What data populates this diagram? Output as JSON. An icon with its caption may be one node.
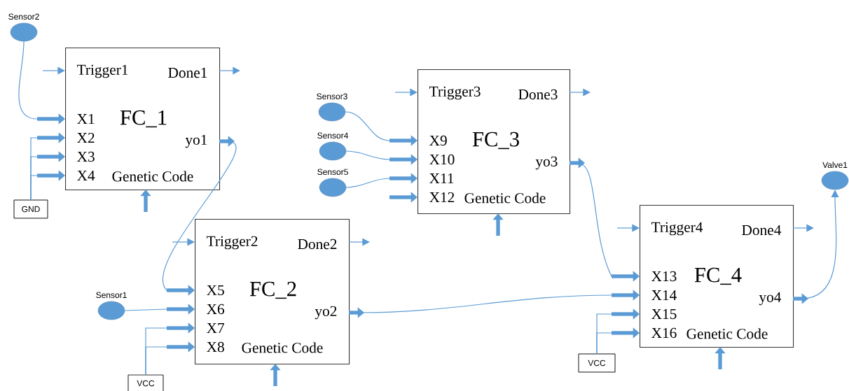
{
  "diagram": {
    "nodes": [
      {
        "text": [
          "Trigger1",
          "Done1",
          "X1",
          "X2",
          "X3",
          "X4",
          "FC_1",
          "yo1",
          "Genetic Code"
        ]
      },
      {
        "text": [
          "Trigger2",
          "Done2",
          "X5",
          "X6",
          "X7",
          "X8",
          "FC_2",
          "yo2",
          "Genetic Code"
        ]
      },
      {
        "text": [
          "Trigger3",
          "Done3",
          "X9",
          "X10",
          "X11",
          "X12",
          "FC_3",
          "yo3",
          "Genetic Code"
        ]
      },
      {
        "text": [
          "Trigger4",
          "Done4",
          "X13",
          "X14",
          "X15",
          "X16",
          "FC_4",
          "yo4",
          "Genetic Code"
        ]
      },
      {
        "text": [
          "Sensor2"
        ]
      },
      {
        "text": [
          "GND"
        ]
      },
      {
        "text": [
          "Sensor1"
        ]
      },
      {
        "text": [
          "VCC"
        ]
      },
      {
        "text": [
          "Sensor3"
        ]
      },
      {
        "text": [
          "Sensor4"
        ]
      },
      {
        "text": [
          "Sensor5"
        ]
      },
      {
        "text": [
          "VCC"
        ]
      },
      {
        "text": [
          "Valve1"
        ]
      }
    ],
    "edges": [
      {
        "from": 4,
        "to": 0,
        "arrow": "to"
      },
      {
        "from": 5,
        "to": 0,
        "arrow": "to"
      },
      {
        "from": 5,
        "to": 0,
        "arrow": "to"
      },
      {
        "from": 5,
        "to": 0,
        "arrow": "to"
      },
      {
        "from": 0,
        "to": 1,
        "arrow": "to"
      },
      {
        "from": 6,
        "to": 1,
        "arrow": "to"
      },
      {
        "from": 7,
        "to": 1,
        "arrow": "to"
      },
      {
        "from": 7,
        "to": 1,
        "arrow": "to"
      },
      {
        "from": 8,
        "to": 2,
        "arrow": "to"
      },
      {
        "from": 9,
        "to": 2,
        "arrow": "to"
      },
      {
        "from": 10,
        "to": 2,
        "arrow": "to"
      },
      {
        "from": 2,
        "to": 3,
        "arrow": "to"
      },
      {
        "from": 1,
        "to": 3,
        "arrow": "to"
      },
      {
        "from": 11,
        "to": 3,
        "arrow": "to"
      },
      {
        "from": 11,
        "to": 3,
        "arrow": "to"
      },
      {
        "from": 3,
        "to": 12,
        "arrow": "to"
      },
      {
        "from": null,
        "to": 0,
        "arrow": "to"
      },
      {
        "from": 0,
        "to": null,
        "arrow": "to"
      },
      {
        "from": null,
        "to": 0,
        "arrow": "to",
        "style": "thick"
      },
      {
        "from": null,
        "to": 1,
        "arrow": "to"
      },
      {
        "from": 1,
        "to": null,
        "arrow": "to"
      },
      {
        "from": null,
        "to": 1,
        "arrow": "to",
        "style": "thick"
      },
      {
        "from": null,
        "to": 2,
        "arrow": "to"
      },
      {
        "from": 2,
        "to": null,
        "arrow": "to"
      },
      {
        "from": null,
        "to": 2,
        "arrow": "to",
        "style": "thick"
      },
      {
        "from": null,
        "to": 2,
        "arrow": "to",
        "style": "thick"
      },
      {
        "from": null,
        "to": 3,
        "arrow": "to"
      },
      {
        "from": 3,
        "to": null,
        "arrow": "to"
      },
      {
        "from": null,
        "to": 3,
        "arrow": "to",
        "style": "thick"
      }
    ]
  }
}
